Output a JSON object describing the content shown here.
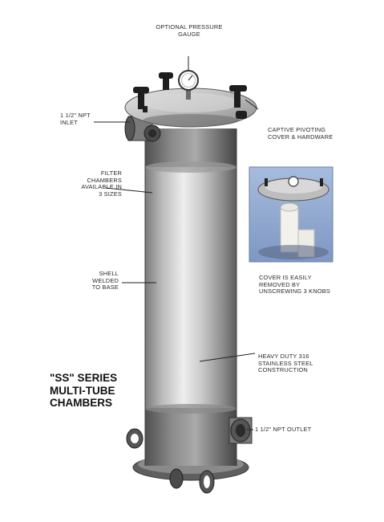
{
  "labels": {
    "pressure_gauge": [
      "OPTIONAL PRESSURE",
      "GAUGE"
    ],
    "inlet": [
      "1 1/2\" NPT",
      "INLET"
    ],
    "captive_cover": [
      "CAPTIVE PIVOTING",
      "COVER & HARDWARE"
    ],
    "filter_chambers": [
      "FILTER",
      "CHAMBERS",
      "AVAILABLE IN",
      "3 SIZES"
    ],
    "cover_removed": [
      "COVER IS EASILY",
      "REMOVED BY",
      "UNSCREWING 3 KNOBS"
    ],
    "shell_welded": [
      "SHELL",
      "WELDED",
      "TO BASE"
    ],
    "stainless": [
      "HEAVY DUTY 316",
      "STAINLESS STEEL",
      "CONSTRUCTION"
    ],
    "outlet": [
      "1 1/2\" NPT OUTLET"
    ]
  },
  "title": [
    "\"SS\" SERIES",
    "MULTI-TUBE",
    "CHAMBERS"
  ],
  "icons": {
    "gauge": "pressure-gauge-icon",
    "knob": "tee-knob-icon",
    "port": "pipe-port-icon"
  },
  "colors": {
    "steel_light": "#d8d8d8",
    "steel_dark": "#6e6e6e",
    "knob": "#1e1e1e",
    "inset_blue": "#8fa8cf",
    "text": "#2a2a2a"
  }
}
